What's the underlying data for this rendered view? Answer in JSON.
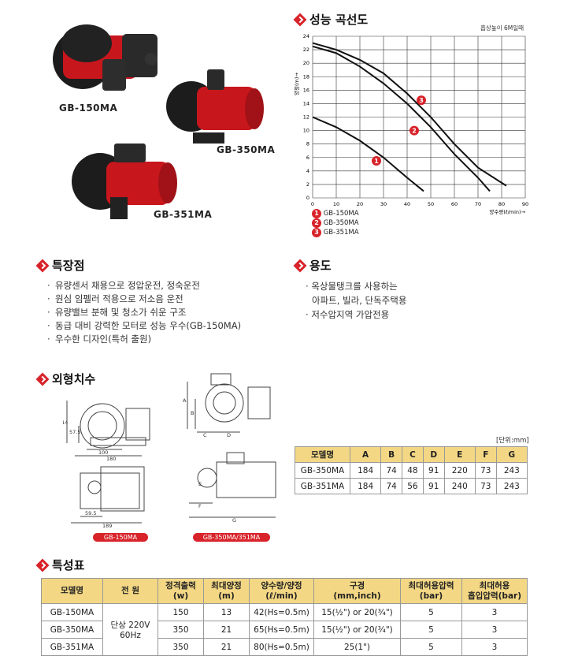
{
  "products": {
    "gb150": "GB-150MA",
    "gb350": "GB-350MA",
    "gb351": "GB-351MA"
  },
  "performance": {
    "title": "성능 곡선도",
    "note": "흡상높이 6M일때",
    "ylabel": "양정(m)→",
    "xlabel": "양수량(ℓ/min)→",
    "legend": [
      {
        "num": "1",
        "label": "GB-150MA"
      },
      {
        "num": "2",
        "label": "GB-350MA"
      },
      {
        "num": "3",
        "label": "GB-351MA"
      }
    ]
  },
  "chart_data": {
    "type": "line",
    "title": "성능 곡선도",
    "xlabel": "양수량(ℓ/min)→",
    "ylabel": "양정(m)→",
    "xlim": [
      0,
      90
    ],
    "ylim": [
      0,
      24
    ],
    "xticks": [
      0,
      10,
      20,
      30,
      40,
      50,
      60,
      70,
      80,
      90
    ],
    "yticks": [
      0,
      2,
      4,
      6,
      8,
      10,
      12,
      14,
      16,
      18,
      20,
      22,
      24
    ],
    "grid": true,
    "series": [
      {
        "name": "GB-150MA",
        "marker": "1",
        "x": [
          0,
          10,
          20,
          30,
          40,
          47
        ],
        "y": [
          12,
          10.5,
          8.5,
          6,
          3,
          1
        ],
        "marker_at": [
          27,
          5.5
        ]
      },
      {
        "name": "GB-350MA",
        "marker": "2",
        "x": [
          0,
          10,
          20,
          30,
          40,
          50,
          60,
          70,
          75
        ],
        "y": [
          22.5,
          21.5,
          19.5,
          17,
          14,
          10.5,
          6.5,
          3,
          1
        ],
        "marker_at": [
          43,
          10
        ]
      },
      {
        "name": "GB-351MA",
        "marker": "3",
        "x": [
          0,
          10,
          20,
          30,
          40,
          50,
          60,
          70,
          82
        ],
        "y": [
          23,
          22,
          20.5,
          18.5,
          15.5,
          12,
          8,
          4.5,
          1.8
        ],
        "marker_at": [
          46,
          14.5
        ]
      }
    ]
  },
  "features": {
    "title": "특장점",
    "items": [
      "유량센서 채용으로 정압운전, 정숙운전",
      "원심 임펠러 적용으로 저소음 운전",
      "유량밸브 분해 및 청소가 쉬운 구조",
      "동급 대비 강력한 모터로 성능 우수(GB-150MA)",
      "우수한 디자인(특허 출원)"
    ]
  },
  "usage": {
    "title": "용도",
    "items": [
      "옥상물탱크를 사용하는",
      "아파트, 빌라, 단독주택용",
      "저수압지역 가압전용"
    ]
  },
  "dimensions": {
    "title": "외형치수",
    "left_labels": {
      "h114": "114",
      "h575": "57.5",
      "w100": "100",
      "w180": "180",
      "w595": "59.5",
      "w189": "189"
    },
    "right_labels": [
      "A",
      "B",
      "C",
      "D",
      "E",
      "F",
      "G"
    ],
    "caption_left": "GB-150MA",
    "caption_right": "GB-350MA/351MA",
    "unit": "[단위:mm]",
    "headers": [
      "모델명",
      "A",
      "B",
      "C",
      "D",
      "E",
      "F",
      "G"
    ],
    "rows": [
      [
        "GB-350MA",
        "184",
        "74",
        "48",
        "91",
        "220",
        "73",
        "243"
      ],
      [
        "GB-351MA",
        "184",
        "74",
        "56",
        "91",
        "240",
        "73",
        "243"
      ]
    ]
  },
  "specs": {
    "title": "특성표",
    "headers": [
      "모델명",
      "전 원",
      "정격출력\n(w)",
      "최대양정\n(m)",
      "양수량/양정\n(ℓ/min)",
      "구경\n(mm,inch)",
      "최대허용압력\n(bar)",
      "최대허용\n흡입압력(bar)"
    ],
    "power": "단상 220V\n60Hz",
    "rows": [
      [
        "GB-150MA",
        "150",
        "13",
        "42(Hs=0.5m)",
        "15(½\") or 20(¾\")",
        "5",
        "3"
      ],
      [
        "GB-350MA",
        "350",
        "21",
        "65(Hs=0.5m)",
        "15(½\") or 20(¾\")",
        "5",
        "3"
      ],
      [
        "GB-351MA",
        "350",
        "21",
        "80(Hs=0.5m)",
        "25(1\")",
        "5",
        "3"
      ]
    ]
  }
}
